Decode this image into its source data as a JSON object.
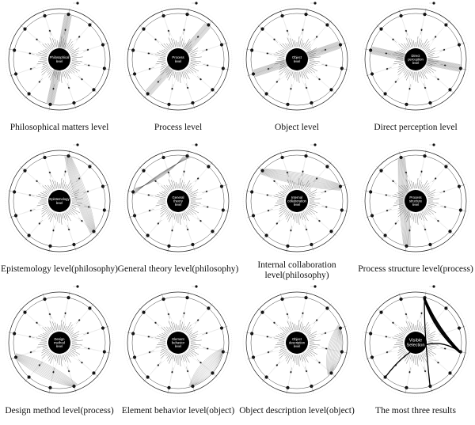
{
  "panels": [
    {
      "caption": "Philosophical matters level",
      "center": [
        "Philosophical",
        "level"
      ],
      "bundle": [
        0,
        6
      ]
    },
    {
      "caption": "Process level",
      "center": [
        "Process",
        "level"
      ],
      "bundle": [
        1,
        7
      ]
    },
    {
      "caption": "Object level",
      "center": [
        "Object",
        "level"
      ],
      "bundle": [
        2,
        8
      ]
    },
    {
      "caption": "Direct perception level",
      "center": [
        "Direct",
        "perception",
        "level"
      ],
      "bundle": [
        3,
        9
      ]
    },
    {
      "caption": "Epistemology level(philosophy)",
      "center": [
        "Epistemology",
        "level"
      ],
      "bundle": [
        0,
        4
      ]
    },
    {
      "caption": "General theory level(philosophy)",
      "center": [
        "General",
        "theory",
        "level"
      ],
      "bundle": [
        0,
        9
      ]
    },
    {
      "caption": "Internal collaboration level(philosophy)",
      "center": [
        "Internal",
        "collaboration",
        "level"
      ],
      "bundle": [
        10,
        2
      ]
    },
    {
      "caption": "Process structure level(process)",
      "center": [
        "Process",
        "structure",
        "level"
      ],
      "bundle": [
        6,
        11
      ]
    },
    {
      "caption": "Design method level(process)",
      "center": [
        "Design",
        "method",
        "level"
      ],
      "bundle": [
        5,
        8
      ]
    },
    {
      "caption": "Element behavior level(object)",
      "center": [
        "Element",
        "behavior",
        "level"
      ],
      "bundle": [
        3,
        5
      ]
    },
    {
      "caption": "Object description level(object)",
      "center": [
        "Object",
        "description",
        "level"
      ],
      "bundle": [
        2,
        4
      ]
    },
    {
      "caption": "The most three results",
      "center": [
        "Visible",
        "Selection"
      ],
      "bundle": [
        0,
        3
      ]
    }
  ]
}
